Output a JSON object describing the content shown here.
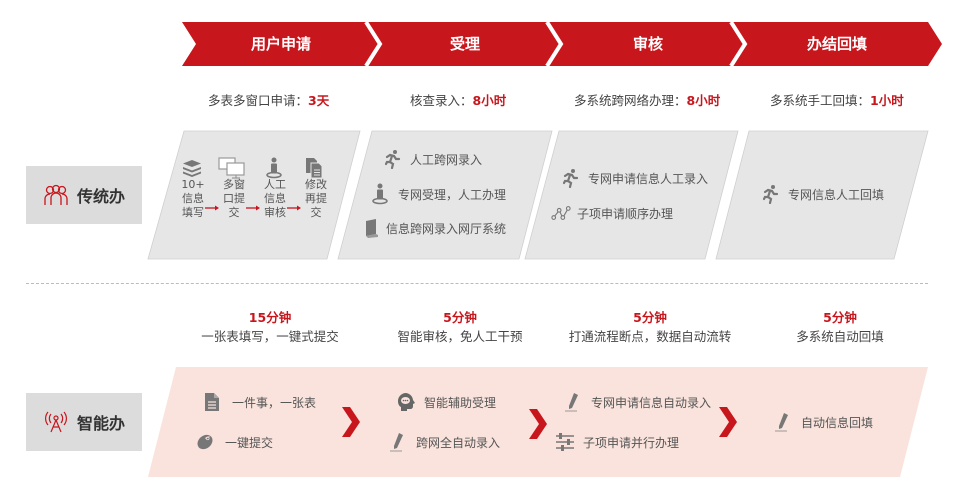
{
  "colors": {
    "accent": "#c8161d",
    "traditional_panel": "#e6e6e7",
    "smart_panel": "#f9e3dc",
    "label_bg": "#dcdcdc"
  },
  "stages": [
    {
      "label": "用户申请"
    },
    {
      "label": "受理"
    },
    {
      "label": "审核"
    },
    {
      "label": "办结回填"
    }
  ],
  "durations": [
    {
      "text": "多表多窗口申请：",
      "value": "3天"
    },
    {
      "text": "核查录入：",
      "value": "8小时"
    },
    {
      "text": "多系统跨网络办理：",
      "value": "8小时"
    },
    {
      "text": "多系统手工回填：",
      "value": "1小时"
    }
  ],
  "traditional": {
    "label": "传统办",
    "icon": "people-group-icon",
    "panel1": {
      "steps": [
        {
          "icon": "layers-icon",
          "lines": [
            "10+",
            "信息",
            "填写"
          ]
        },
        {
          "icon": "multi-monitor-icon",
          "lines": [
            "多窗",
            "口提",
            "交"
          ]
        },
        {
          "icon": "person-pin-icon",
          "lines": [
            "人工",
            "信息",
            "审核"
          ]
        },
        {
          "icon": "documents-icon",
          "lines": [
            "修改",
            "再提",
            "交"
          ]
        }
      ]
    },
    "panel2": {
      "items": [
        {
          "icon": "running-man-icon",
          "text": "人工跨网录入"
        },
        {
          "icon": "person-pin-icon",
          "text": "专网受理，人工办理"
        },
        {
          "icon": "book-icon",
          "text": "信息跨网录入网厅系统"
        }
      ]
    },
    "panel3": {
      "items": [
        {
          "icon": "running-man-icon",
          "text": "专网申请信息人工录入"
        },
        {
          "icon": "node-path-icon",
          "text": "子项申请顺序办理"
        }
      ]
    },
    "panel4": {
      "items": [
        {
          "icon": "running-man-icon",
          "text": "专网信息人工回填"
        }
      ]
    }
  },
  "smart_times": [
    {
      "time": "15分钟",
      "desc": "一张表填写，一键式提交"
    },
    {
      "time": "5分钟",
      "desc": "智能审核，免人工干预"
    },
    {
      "time": "5分钟",
      "desc": "打通流程断点，数据自动流转"
    },
    {
      "time": "5分钟",
      "desc": "多系统自动回填"
    }
  ],
  "smart": {
    "label": "智能办",
    "icon": "antenna-signal-icon",
    "groups": [
      [
        {
          "icon": "document-icon",
          "text": "一件事，一张表"
        },
        {
          "icon": "mouse-icon",
          "text": "一键提交"
        }
      ],
      [
        {
          "icon": "chat-head-icon",
          "text": "智能辅助受理"
        },
        {
          "icon": "pen-icon",
          "text": "跨网全自动录入"
        }
      ],
      [
        {
          "icon": "pen-icon",
          "text": "专网申请信息自动录入"
        },
        {
          "icon": "sliders-icon",
          "text": "子项申请并行办理"
        }
      ],
      [
        {
          "icon": "pen-icon",
          "text": "自动信息回填"
        }
      ]
    ]
  }
}
